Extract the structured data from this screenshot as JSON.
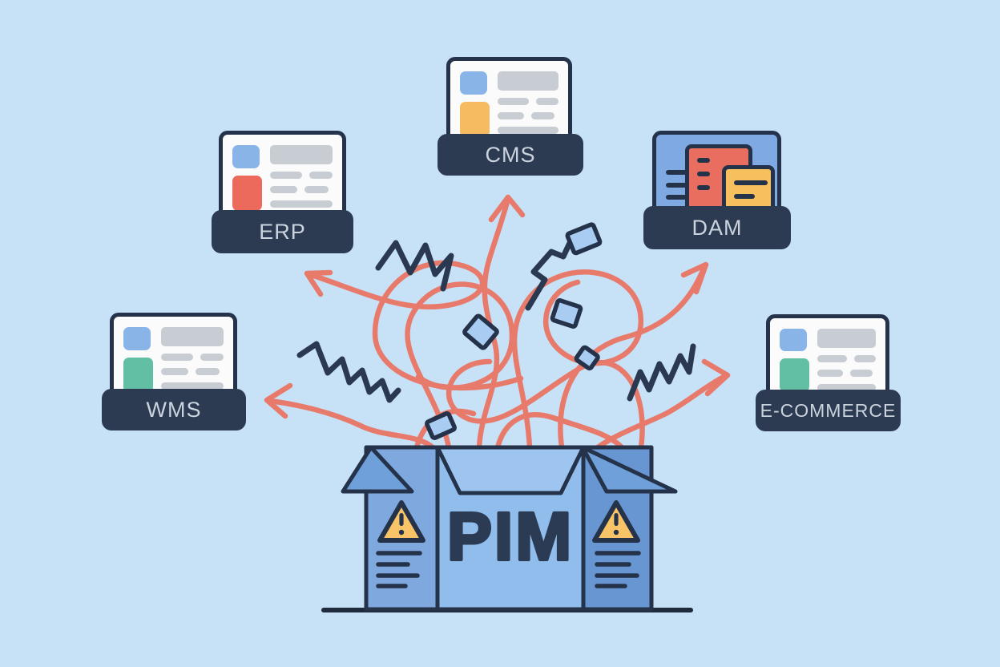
{
  "canvas": {
    "background": "#C7E1F7"
  },
  "box": {
    "label": "PIM",
    "warning_icon": "warning-triangle-icon",
    "panel_colors": {
      "left": "#7FA9DE",
      "center": "#91BDED",
      "right": "#6896D2",
      "flaps": "#6FA0D9",
      "inner": "#9DC5F0"
    },
    "label_color": "#2B3B54"
  },
  "systems": [
    {
      "id": "cms",
      "label": "CMS",
      "icon": "browser-window-icon",
      "accent_colors": [
        "#88B4E8",
        "#F6BA60"
      ]
    },
    {
      "id": "erp",
      "label": "ERP",
      "icon": "browser-window-icon",
      "accent_colors": [
        "#88B4E8",
        "#EB6A5C"
      ]
    },
    {
      "id": "dam",
      "label": "DAM",
      "icon": "asset-documents-icon",
      "accent_colors": [
        "#E96E60",
        "#F7BF5E"
      ]
    },
    {
      "id": "wms",
      "label": "WMS",
      "icon": "browser-window-icon",
      "accent_colors": [
        "#88B4E8",
        "#62BFA4"
      ]
    },
    {
      "id": "ecommerce",
      "label": "E-COMMERCE",
      "icon": "browser-window-icon",
      "accent_colors": [
        "#88B4E8",
        "#62BFA4"
      ]
    }
  ],
  "connections": {
    "style": "tangled-arrows",
    "color": "#E87A6C"
  },
  "decorations": {
    "zigzag_color": "#2A3950",
    "diamond_fill": "#A8CCF2",
    "label_bar_color": "#2D3B52",
    "label_text_color": "#CBD3DE"
  }
}
